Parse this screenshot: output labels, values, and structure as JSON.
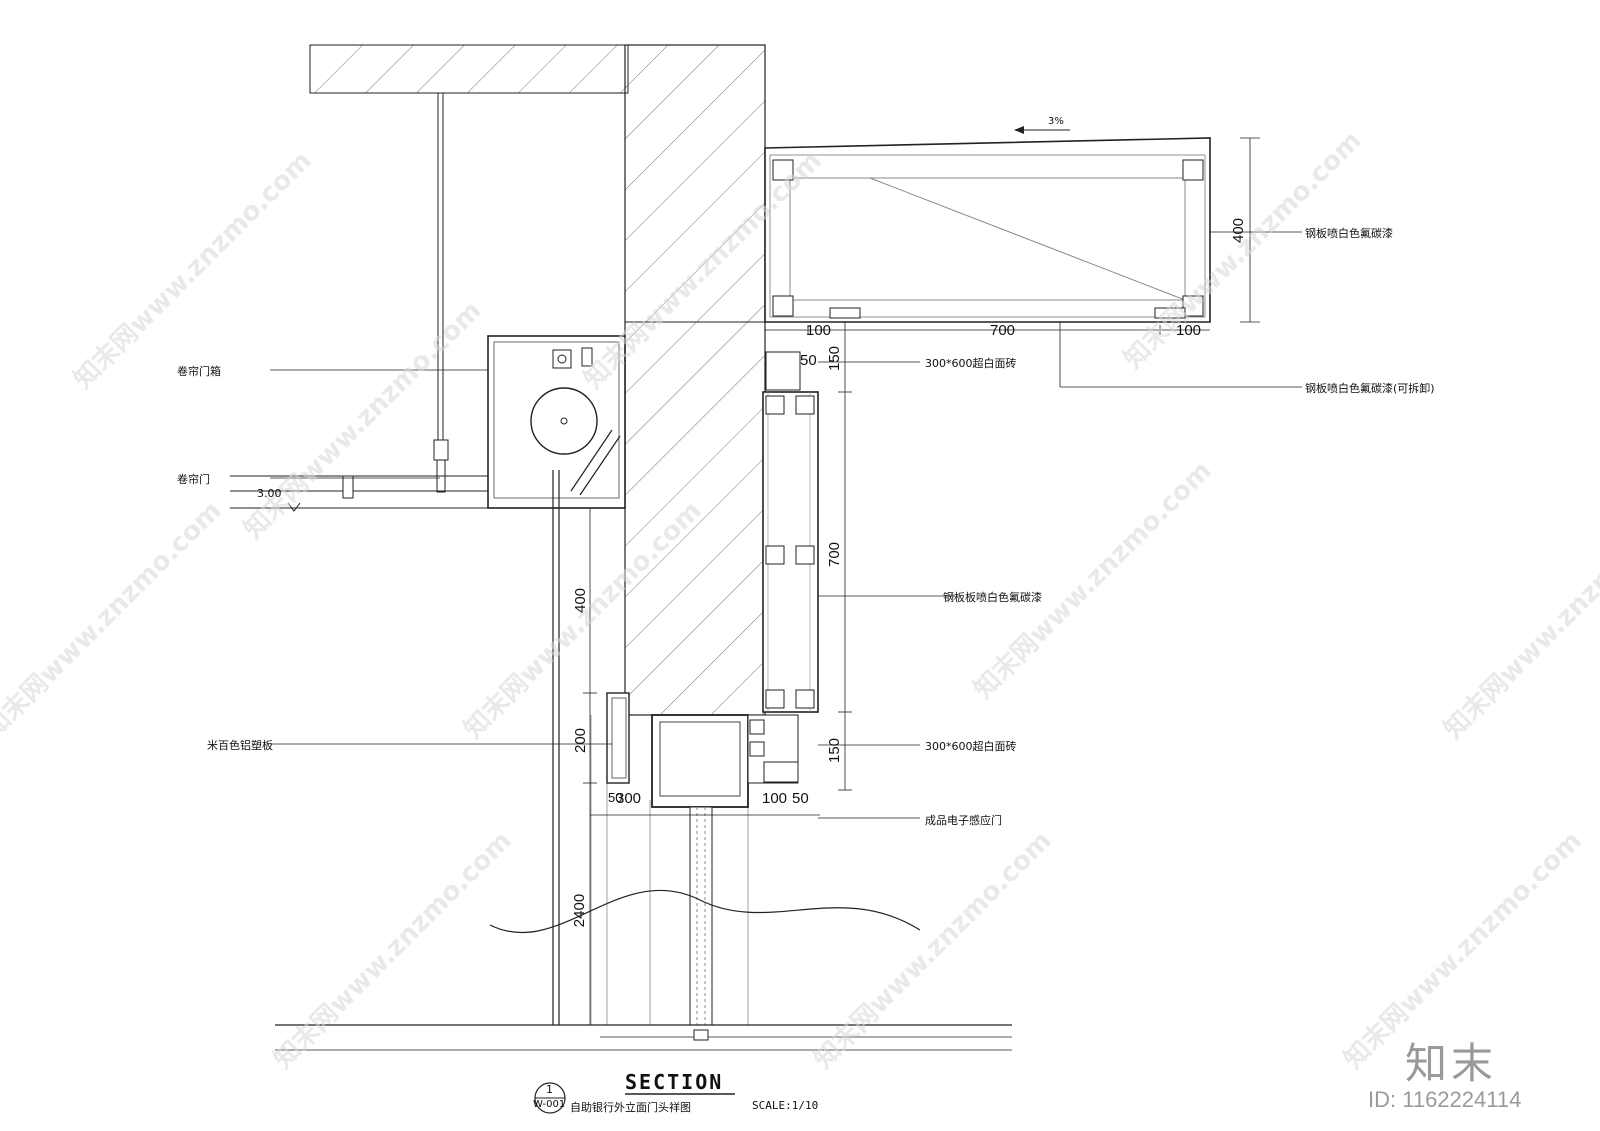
{
  "drawing": {
    "title": "SECTION",
    "subtitle": "自助银行外立面门头祥图",
    "scale": "SCALE:1/10",
    "tag_number": "1",
    "tag_sheet": "W-001"
  },
  "annotations": {
    "roller_box": "卷帘门箱",
    "roller_door": "卷帘门",
    "elevation": "3.00",
    "aluminum_panel": "米百色铝塑板",
    "tile_upper": "300*600超白面砖",
    "tile_lower": "300*600超白面砖",
    "steel_top": "钢板喷白色氟碳漆",
    "steel_bottom": "钢板喷白色氟碳漆(可拆卸)",
    "steel_mid": "钢板板喷白色氟碳漆",
    "sensor_door": "成品电子感应门",
    "slope": "3%"
  },
  "dimensions": {
    "canopy_height": "400",
    "canopy_left": "100",
    "canopy_mid": "700",
    "canopy_right": "100",
    "upper_50": "50",
    "upper_150": "150",
    "fascia_700": "700",
    "lower_150": "150",
    "left_400": "400",
    "left_200": "200",
    "left_2400": "2400",
    "bottom_50a": "50",
    "bottom_300": "300",
    "bottom_100": "100",
    "bottom_50b": "50"
  },
  "watermark": {
    "text": "知末网www.znzmo.com",
    "logo": "知末",
    "id": "ID: 1162224114"
  }
}
